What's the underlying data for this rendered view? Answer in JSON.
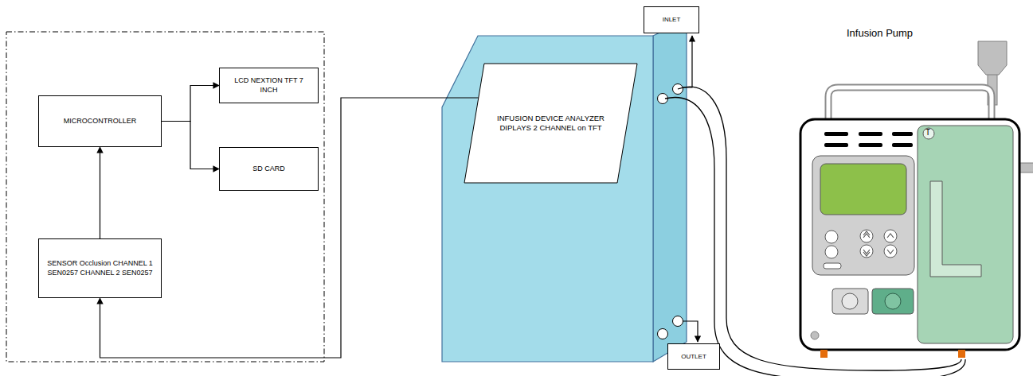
{
  "diagram": {
    "nodes": [
      {
        "text": [
          "MICROCONTROLLER"
        ]
      },
      {
        "text": [
          "LCD NEXTION TFT 7 INCH"
        ]
      },
      {
        "text": [
          "SD CARD"
        ]
      },
      {
        "text": [
          "SENSOR Occlusion CHANNEL 1 SEN0257 CHANNEL 2 SEN0257"
        ]
      },
      {
        "text": [
          "INFUSION DEVICE ANALYZER DIPLAYS 2 CHANNEL on TFT"
        ]
      },
      {
        "text": [
          "INLET"
        ]
      },
      {
        "text": [
          "OUTLET"
        ]
      }
    ],
    "edges": [
      {
        "from": 0,
        "to": 1,
        "arrow": "to"
      },
      {
        "from": 0,
        "to": 2,
        "arrow": "to"
      },
      {
        "from": 3,
        "to": 0,
        "arrow": "to"
      },
      {
        "from": 4,
        "to": 3,
        "arrow": "to"
      }
    ],
    "labels": [
      "Infusion Pump",
      "T"
    ]
  }
}
